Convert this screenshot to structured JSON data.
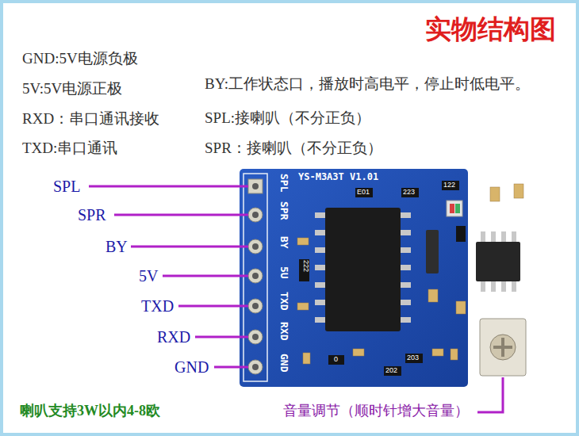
{
  "diagram": {
    "title": "实物结构图",
    "labels": [
      "GND:5V电源负极",
      "5V:5V电源正极",
      "RXD：串口通讯接收",
      "TXD:串口通讯",
      "BY:工作状态口，播放时高电平，停止时低电平。",
      "SPL:接喇叭（不分正负）",
      "SPR：接喇叭（不分正负）",
      "SPL",
      "SPR",
      "BY",
      "5V",
      "TXD",
      "RXD",
      "GND",
      "SPL",
      "SPR",
      "BY",
      "5U",
      "TXD",
      "RXD",
      "GND",
      "YS-M3A3T V1.01",
      "E01",
      "223",
      "122",
      "222",
      "0",
      "202",
      "203",
      "喇叭支持3W以内4-8欧",
      "音量调节（顺时针增大音量）"
    ]
  }
}
